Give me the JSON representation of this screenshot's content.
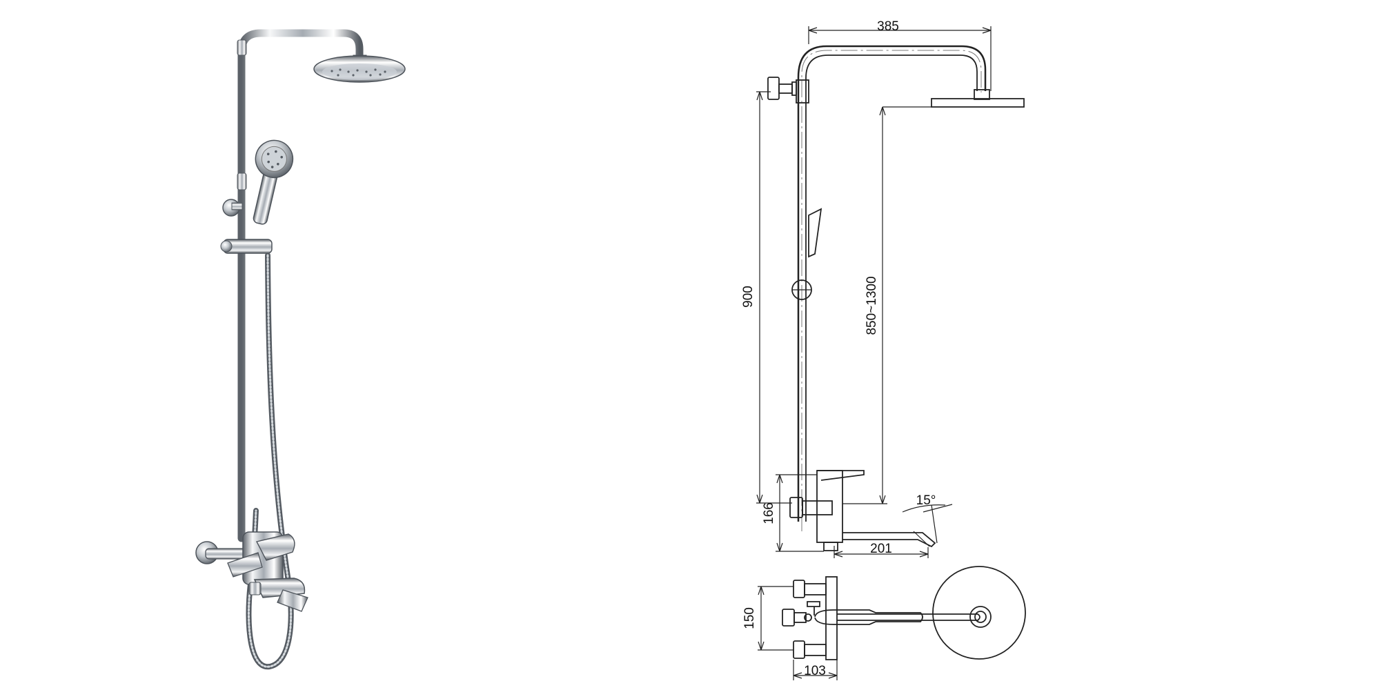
{
  "dimensions": {
    "arm_reach": "385",
    "rail_height": "900",
    "height_range": "850~1300",
    "spout_angle": "15°",
    "mixer_height": "166",
    "spout_length": "201",
    "inlet_spacing": "150",
    "wall_depth": "103"
  },
  "colors": {
    "chrome_light": "#f4f5f6",
    "chrome_mid": "#b9bec4",
    "chrome_dark": "#4d535a",
    "line": "#222222"
  }
}
